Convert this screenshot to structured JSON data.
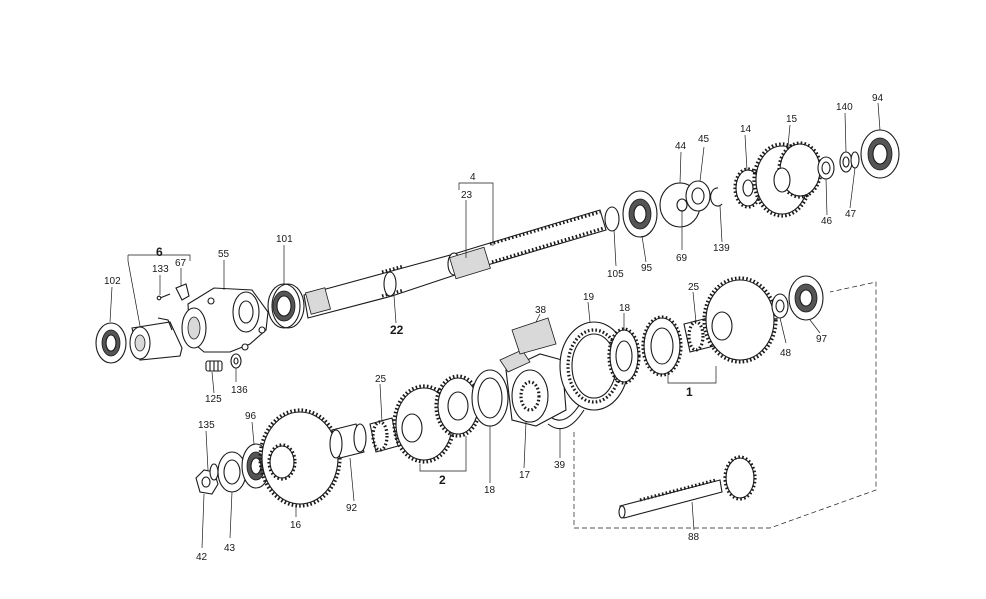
{
  "callouts": {
    "c102": "102",
    "c6": "6",
    "c133": "133",
    "c67": "67",
    "c55": "55",
    "c101": "101",
    "c4": "4",
    "c23": "23",
    "c22": "22",
    "c105": "105",
    "c95": "95",
    "c44": "44",
    "c45": "45",
    "c69": "69",
    "c139": "139",
    "c14": "14",
    "c15": "15",
    "c140": "140",
    "c94": "94",
    "c46": "46",
    "c47": "47",
    "c125": "125",
    "c136": "136",
    "c38": "38",
    "c19": "19",
    "c18a": "18",
    "c25a": "25",
    "c48": "48",
    "c97": "97",
    "c1": "1",
    "c25b": "25",
    "c135": "135",
    "c96": "96",
    "c92": "92",
    "c2": "2",
    "c18b": "18",
    "c17": "17",
    "c39": "39",
    "c16": "16",
    "c43": "43",
    "c42": "42",
    "c88": "88"
  }
}
